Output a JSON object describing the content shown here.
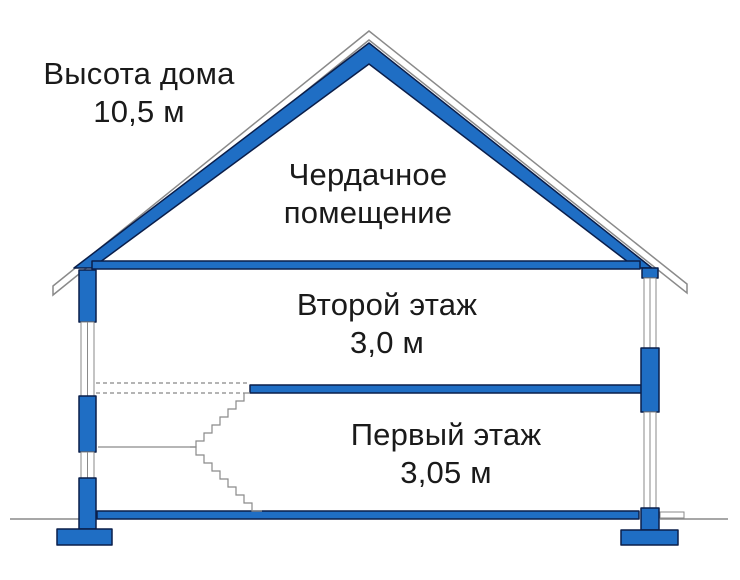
{
  "labels": {
    "house_height": {
      "line1": "Высота дома",
      "line2": "10,5 м"
    },
    "attic": {
      "line1": "Чердачное",
      "line2": "помещение"
    },
    "second_floor": {
      "line1": "Второй этаж",
      "line2": "3,0 м"
    },
    "first_floor": {
      "line1": "Первый этаж",
      "line2": "3,05 м"
    }
  },
  "colors": {
    "structure_fill": "#1f6ec4",
    "outline": "#0a1e4a",
    "line": "#8a8a8a",
    "background": "#ffffff"
  }
}
